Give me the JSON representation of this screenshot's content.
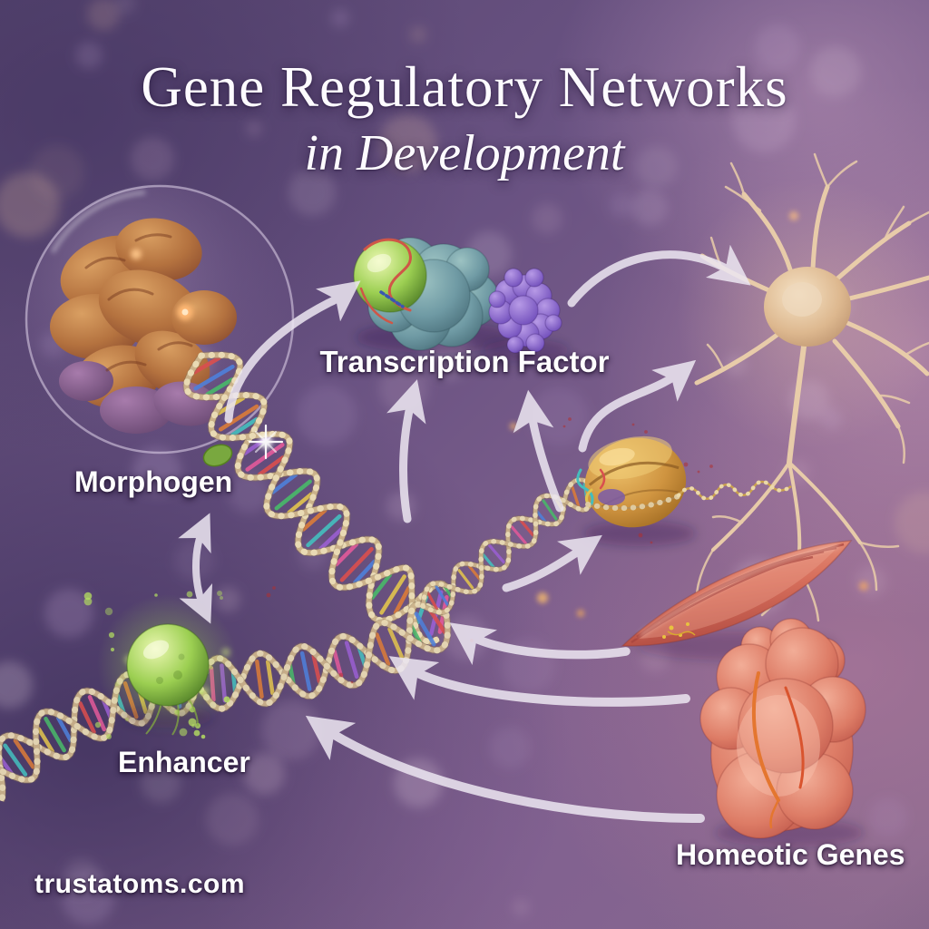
{
  "title": {
    "line1": "Gene Regulatory Networks",
    "line2": "in Development"
  },
  "labels": {
    "transcription_factor": "Transcription Factor",
    "morphogen": "Morphogen",
    "enhancer": "Enhancer",
    "homeotic_genes": "Homeotic Genes"
  },
  "watermark": {
    "text": "trustatoms.com"
  },
  "illustration": {
    "elements": [
      "embryo-cell-with-brain-tissue",
      "dna-double-helix",
      "transcription-factor-protein-complex",
      "purple-protein-cluster",
      "morphogen-green-sphere",
      "enhancer-site-on-dna",
      "rna-polymerase-on-gene",
      "mrna-strand",
      "neuron",
      "muscle-fiber",
      "embryonic-heart"
    ],
    "arrows": [
      {
        "from": "embryo-cell",
        "to": "transcription-factor"
      },
      {
        "from": "dna",
        "to": "transcription-factor"
      },
      {
        "from": "dna-right",
        "to": "transcription-factor"
      },
      {
        "from": "transcription-factor",
        "to": "neuron"
      },
      {
        "from": "gene",
        "to": "neuron"
      },
      {
        "from": "morphogen",
        "to": "enhancer",
        "double_headed": true
      },
      {
        "from": "center",
        "to": "gene"
      },
      {
        "from": "muscle-fiber",
        "to": "dna"
      },
      {
        "from": "homeotic-region",
        "to": "dna"
      },
      {
        "from": "heart-region",
        "to": "dna"
      }
    ],
    "colors": {
      "background_purple": "#6b5484",
      "background_pink": "#b08aa4",
      "title_text": "#fdfbff",
      "label_text": "#ffffff",
      "arrow": "#ece6f1",
      "dna_backbone": "#cbb28a",
      "morphogen_green": "#8cbf4e",
      "tf_teal": "#6f9aa4",
      "tf_green": "#8cbf52",
      "cluster_purple": "#8a68cc",
      "gene_amber": "#d49a44",
      "muscle_red": "#d4695a",
      "heart_salmon": "#e08573",
      "neuron_beige": "#e6c9a4",
      "cell_brain_orange": "#c08050"
    }
  }
}
